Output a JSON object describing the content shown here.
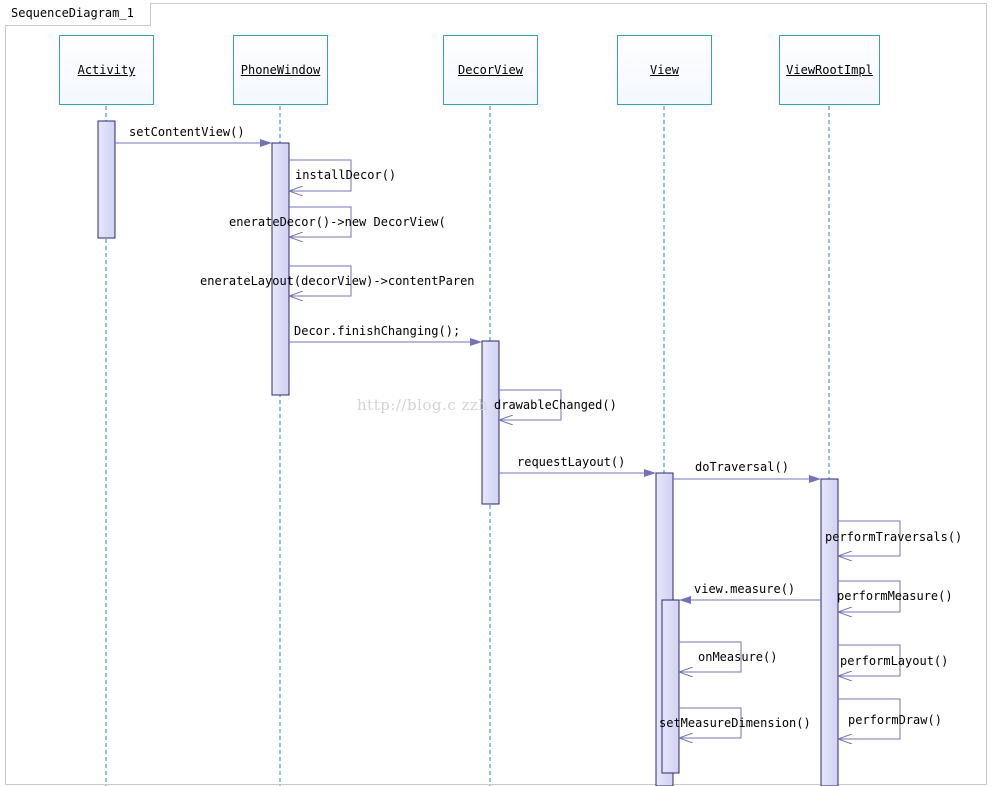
{
  "diagram": {
    "title": "SequenceDiagram_1",
    "lifelines": [
      {
        "id": "activity",
        "label": "Activity"
      },
      {
        "id": "phonewindow",
        "label": "PhoneWindow"
      },
      {
        "id": "decorview",
        "label": "DecorView"
      },
      {
        "id": "view",
        "label": "View"
      },
      {
        "id": "viewrootimpl",
        "label": "ViewRootImpl"
      }
    ],
    "messages": [
      {
        "from": "Activity",
        "to": "PhoneWindow",
        "label": "setContentView()"
      },
      {
        "from": "PhoneWindow",
        "to": "PhoneWindow",
        "label": "installDecor()"
      },
      {
        "from": "PhoneWindow",
        "to": "PhoneWindow",
        "label": "enerateDecor()->new DecorView("
      },
      {
        "from": "PhoneWindow",
        "to": "PhoneWindow",
        "label": "enerateLayout(decorView)->contentParen"
      },
      {
        "from": "PhoneWindow",
        "to": "DecorView",
        "label": "Decor.finishChanging();"
      },
      {
        "from": "DecorView",
        "to": "DecorView",
        "label": "drawableChanged()"
      },
      {
        "from": "DecorView",
        "to": "View",
        "label": "requestLayout()"
      },
      {
        "from": "View",
        "to": "ViewRootImpl",
        "label": "doTraversal()"
      },
      {
        "from": "ViewRootImpl",
        "to": "ViewRootImpl",
        "label": "performTraversals()"
      },
      {
        "from": "ViewRootImpl",
        "to": "ViewRootImpl",
        "label": "performMeasure()"
      },
      {
        "from": "ViewRootImpl",
        "to": "View",
        "label": "view.measure()"
      },
      {
        "from": "View",
        "to": "View",
        "label": "onMeasure()"
      },
      {
        "from": "ViewRootImpl",
        "to": "ViewRootImpl",
        "label": "performLayout()"
      },
      {
        "from": "View",
        "to": "View",
        "label": "setMeasureDimension()"
      },
      {
        "from": "ViewRootImpl",
        "to": "ViewRootImpl",
        "label": "performDraw()"
      }
    ],
    "colors": {
      "lifeline_border": "#3aa3b0",
      "lifeline_dash": "#2e7fd0",
      "activation_border": "#2a2a6a",
      "arrow": "#7373b5"
    }
  },
  "watermark": "http://blog.c                    zzh"
}
